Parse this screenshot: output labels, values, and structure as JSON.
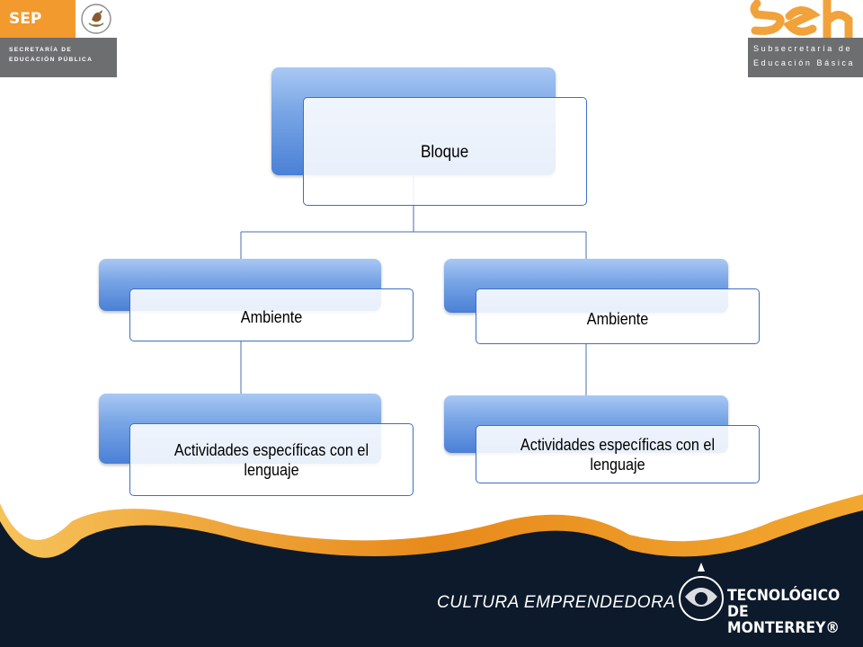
{
  "header": {
    "sep": {
      "abbr": "SEP",
      "subtitle": "SECRETARÍA DE\nEDUCACIÓN PÚBLICA"
    },
    "seb": {
      "subtitle": "Subsecretaría de\nEducación Básica"
    }
  },
  "diagram": {
    "root": {
      "label": "Bloque"
    },
    "left": {
      "level1": "Ambiente",
      "level2": "Actividades específicas con el lenguaje"
    },
    "right": {
      "level1": "Ambiente",
      "level2": "Actividades específicas con el lenguaje"
    }
  },
  "footer": {
    "brand": "CULTURA EMPRENDEDORA",
    "institution": "TECNOLÓGICO\nDE MONTERREY®"
  },
  "colors": {
    "box_border": "#3d6fc4",
    "box_fill_top": "#a9c8f4",
    "box_fill_bottom": "#4a80d6",
    "footer_bg": "#0d1a2b",
    "footer_wave": "#f0a020",
    "sep_orange": "#f29a2e",
    "logo_gray": "#6d6e70"
  }
}
